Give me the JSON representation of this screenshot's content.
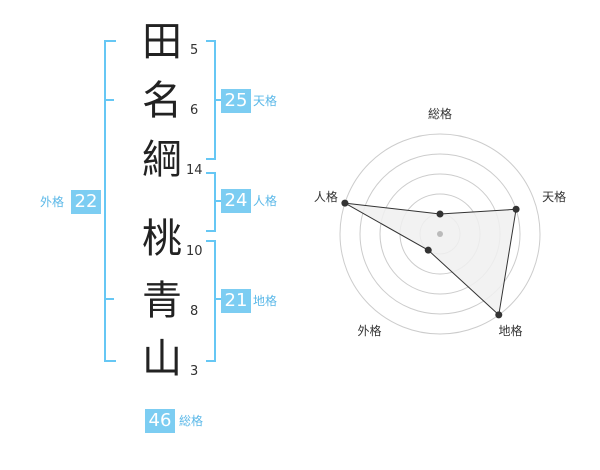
{
  "name": {
    "surname": [
      {
        "char": "田",
        "strokes": "5"
      },
      {
        "char": "名",
        "strokes": "6"
      },
      {
        "char": "綱",
        "strokes": "14"
      }
    ],
    "given": [
      {
        "char": "桃",
        "strokes": "10"
      },
      {
        "char": "青",
        "strokes": "8"
      },
      {
        "char": "山",
        "strokes": "3"
      }
    ]
  },
  "scores": {
    "tenkaku": {
      "value": "25",
      "label": "天格"
    },
    "jinkaku": {
      "value": "24",
      "label": "人格"
    },
    "chikaku": {
      "value": "21",
      "label": "地格"
    },
    "gaikaku": {
      "value": "22",
      "label": "外格"
    },
    "soukaku": {
      "value": "46",
      "label": "総格"
    }
  },
  "chart_data": {
    "type": "radar",
    "axes": [
      "総格",
      "天格",
      "地格",
      "外格",
      "人格"
    ],
    "values": [
      1,
      4,
      5,
      1,
      5
    ],
    "max": 5,
    "rings": 5,
    "colors": {
      "fill": "#f0f0f0",
      "line": "#333333",
      "point": "#333333",
      "grid": "#cccccc",
      "center": "#bbbbbb"
    }
  },
  "colors": {
    "bracket": "#66c7f4",
    "badge": "#7ccdf2"
  }
}
